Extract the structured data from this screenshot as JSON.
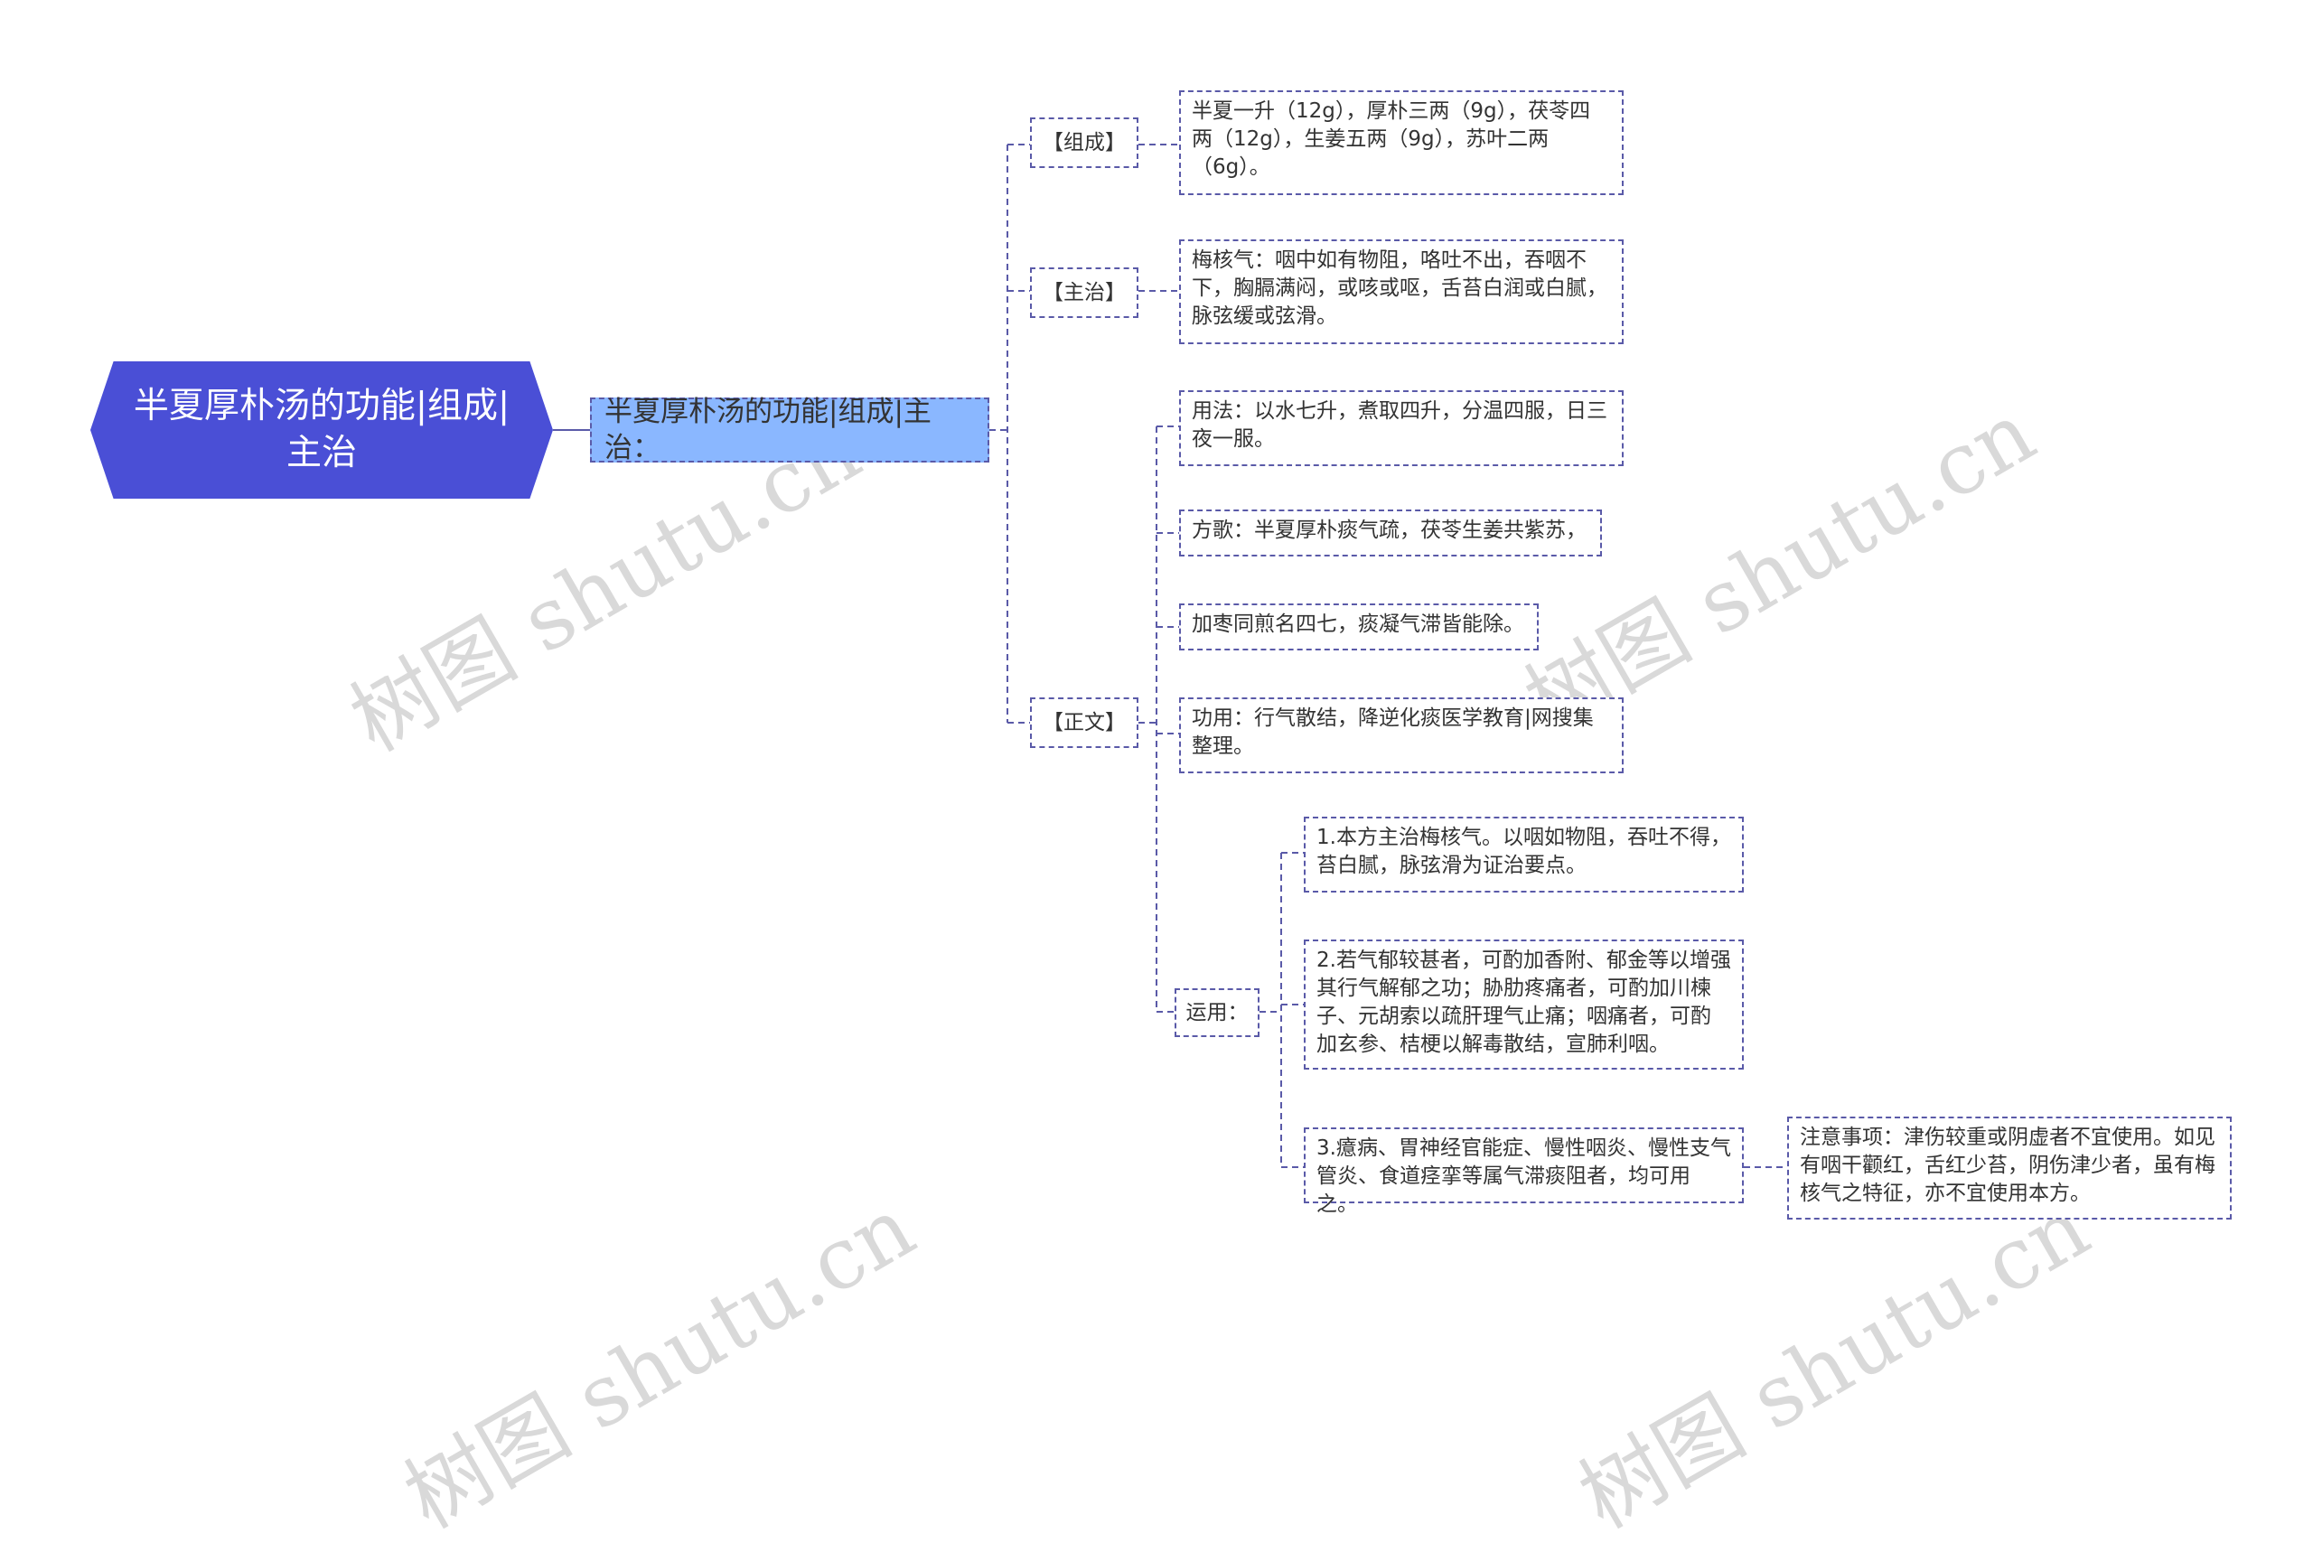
{
  "root": {
    "title": "半夏厚朴汤的功能|组成|主治"
  },
  "subtitle": "半夏厚朴汤的功能|组成|主治：",
  "sections": {
    "composition": {
      "label": "【组成】",
      "text": "半夏一升（12g），厚朴三两（9g），茯苓四两（12g），生姜五两（9g），苏叶二两（6g）。"
    },
    "indications": {
      "label": "【主治】",
      "text": "梅核气：咽中如有物阻，咯吐不出，吞咽不下，胸膈满闷，或咳或呕，舌苔白润或白腻，脉弦缓或弦滑。"
    },
    "main_text": {
      "label": "【正文】",
      "usage": "用法：以水七升，煮取四升，分温四服，日三夜一服。",
      "song": "方歌：半夏厚朴痰气疏，茯苓生姜共紫苏，",
      "song2": "加枣同煎名四七，痰凝气滞皆能除。",
      "function": "功用：行气散结，降逆化痰医学教育|网搜集整理。",
      "application": {
        "label": "运用：",
        "items": [
          "1.本方主治梅核气。以咽如物阻，吞吐不得，苔白腻，脉弦滑为证治要点。",
          "2.若气郁较甚者，可酌加香附、郁金等以增强其行气解郁之功；胁肋疼痛者，可酌加川楝子、元胡索以疏肝理气止痛；咽痛者，可酌加玄参、桔梗以解毒散结，宣肺利咽。",
          "3.癔病、胃神经官能症、慢性咽炎、慢性支气管炎、食道痉挛等属气滞痰阻者，均可用之。"
        ],
        "note": "注意事项：津伤较重或阴虚者不宜使用。如见有咽干颧红，舌红少苔，阴伤津少者，虽有梅核气之特征，亦不宜使用本方。"
      }
    }
  },
  "watermark": "树图 shutu.cn",
  "colors": {
    "root_fill": "#4a4fd6",
    "level1_fill": "#8ab7ff",
    "border": "#5a5aa8",
    "text": "#333333"
  }
}
